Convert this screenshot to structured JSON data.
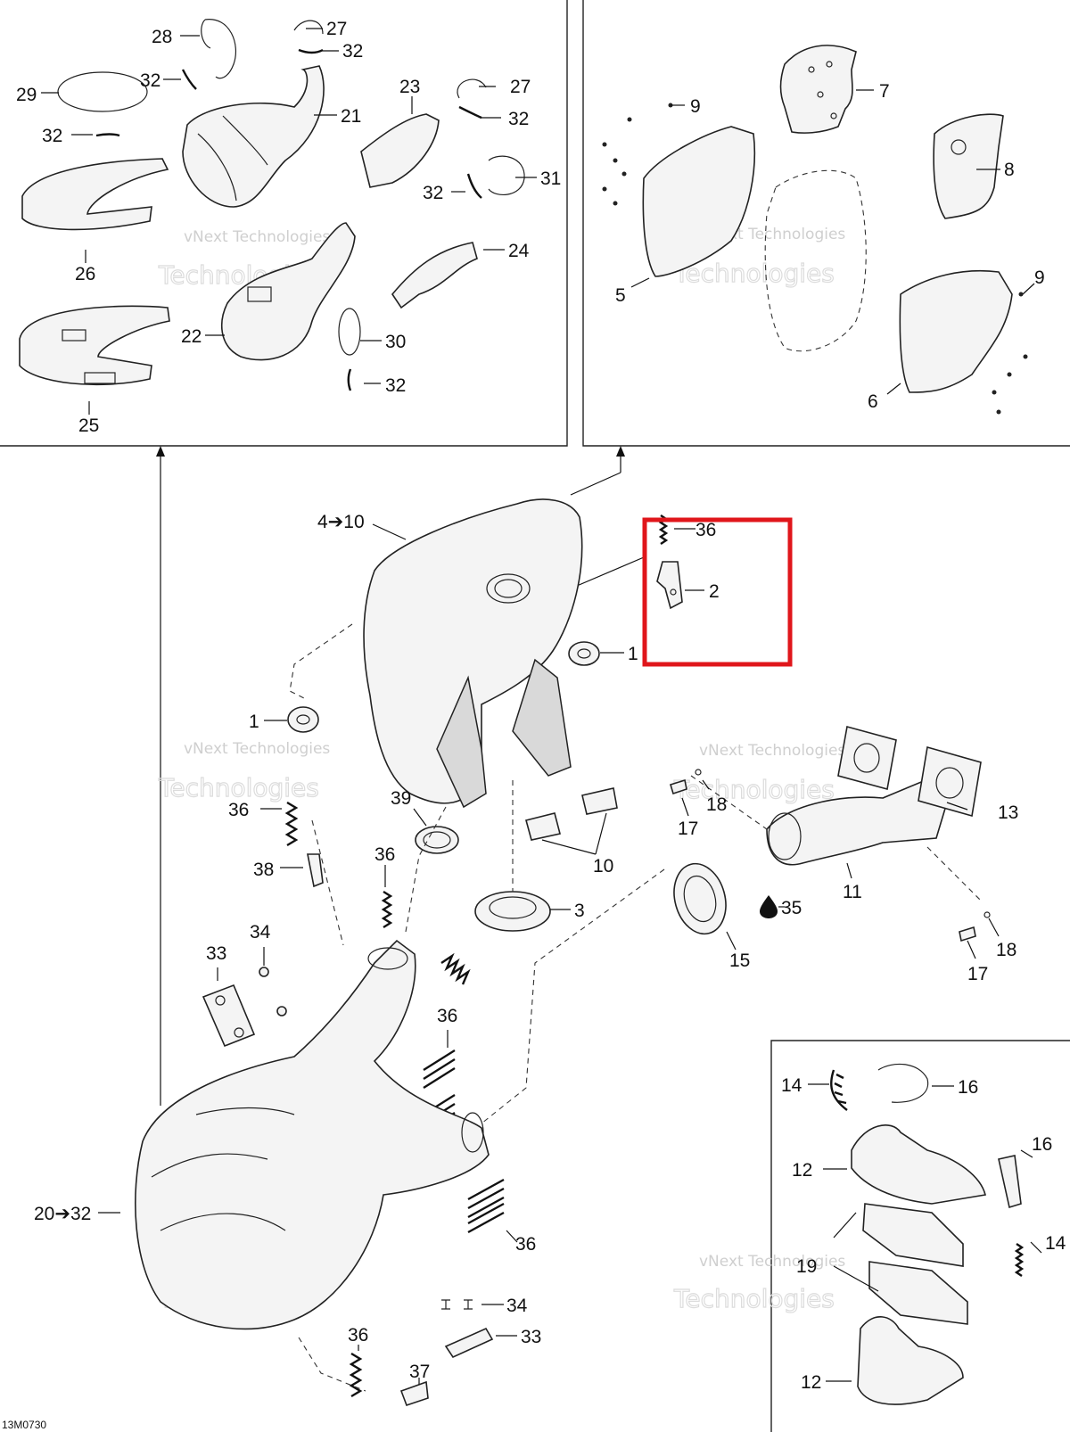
{
  "diagram_code": "13M0730",
  "watermark": {
    "line1": "vNext Technologies",
    "line2": "Technologies"
  },
  "highlight_color": "#e0161b",
  "labels": {
    "l28": "28",
    "l27a": "27",
    "l32a": "32",
    "l29": "29",
    "l32b": "32",
    "l21": "21",
    "l32c": "32",
    "l23": "23",
    "l27b": "27",
    "l32d": "32",
    "l26": "26",
    "l32e": "32",
    "l31": "31",
    "l24": "24",
    "l22": "22",
    "l30": "30",
    "l25": "25",
    "l32f": "32",
    "l9a": "9",
    "l7": "7",
    "l8": "8",
    "l5": "5",
    "l9b": "9",
    "l6": "6",
    "l4to10": "4➔10",
    "l36a": "36",
    "l2": "2",
    "l1a": "1",
    "l1b": "1",
    "l36b": "36",
    "l39": "39",
    "l38": "38",
    "l36c": "36",
    "l10": "10",
    "l3": "3",
    "l18a": "18",
    "l17a": "17",
    "l13": "13",
    "l11": "11",
    "l35": "35",
    "l15": "15",
    "l18b": "18",
    "l17b": "17",
    "l33a": "33",
    "l34a": "34",
    "l36d": "36",
    "l20to32": "20➔32",
    "l36e": "36",
    "l34b": "34",
    "l33b": "33",
    "l36f": "36",
    "l37": "37",
    "l14a": "14",
    "l16a": "16",
    "l16b": "16",
    "l12a": "12",
    "l14b": "14",
    "l19": "19",
    "l12b": "12"
  }
}
